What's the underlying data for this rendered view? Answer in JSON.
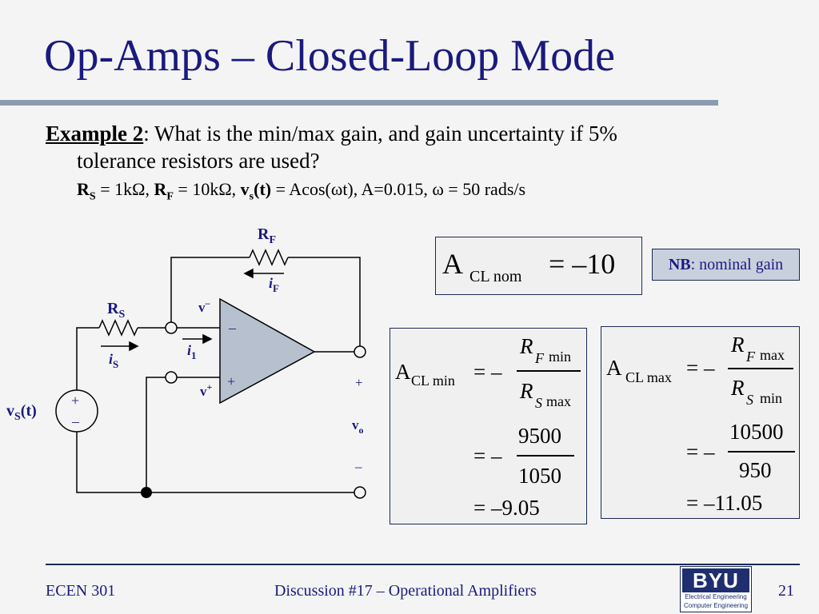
{
  "slide": {
    "title": "Op-Amps – Closed-Loop Mode",
    "bullet": {
      "label": "Example 2",
      "line1": ": What is the min/max gain, and gain uncertainty if 5%",
      "line2": "tolerance resistors are used?"
    },
    "params": {
      "rs_symbol": "R",
      "rs_sub": "S",
      "rs_value": " = 1kΩ, ",
      "rf_symbol": "R",
      "rf_sub": "F",
      "rf_value": " = 10kΩ, ",
      "vs_symbol": "v",
      "vs_sub": "s",
      "vs_arg": "(t)",
      "vs_value": " = Acos(ωt), A=0.015, ω = 50 rads/s"
    }
  },
  "circuit": {
    "rf_label": "R",
    "rf_sub": "F",
    "if_label": "i",
    "if_sub": "F",
    "rs_label": "R",
    "rs_sub": "S",
    "is_label": "i",
    "is_sub": "S",
    "i1_label": "i",
    "i1_sub": "1",
    "vminus_label": "v",
    "vminus_sup": "–",
    "vplus_label": "v",
    "vplus_sup": "+",
    "opamp_minus": "–",
    "opamp_plus": "+",
    "source_plus": "+",
    "source_minus": "–",
    "vs_label": "v",
    "vs_sub": "S",
    "vs_arg": "(t)",
    "out_plus": "+",
    "vo_label": "v",
    "vo_sub": "o",
    "out_minus": "–"
  },
  "equations": {
    "nominal": {
      "A": "A",
      "sub": "CL nom",
      "rhs": "= –10"
    },
    "nb_note": {
      "label": "NB",
      "text": ": nominal gain"
    },
    "min": {
      "A": "A",
      "sub": "CL min",
      "eq": "= –",
      "num_R": "R",
      "num_sub": "F",
      "num_tag": "min",
      "den_R": "R",
      "den_sub": "S",
      "den_tag": "max",
      "eq2": "= –",
      "num2": "9500",
      "den2": "1050",
      "result": "= –9.05"
    },
    "max": {
      "A": "A",
      "sub": "CL max",
      "eq": "= –",
      "num_R": "R",
      "num_sub": "F",
      "num_tag": "max",
      "den_R": "R",
      "den_sub": "S",
      "den_tag": "min",
      "eq2": "= –",
      "num2": "10500",
      "den2": "950",
      "result": "= –11.05"
    }
  },
  "footer": {
    "course": "ECEN 301",
    "center": "Discussion #17 – Operational Amplifiers",
    "page": "21",
    "logo_main": "BYU",
    "logo_line1": "Electrical Engineering",
    "logo_line2": "Computer Engineering"
  },
  "colors": {
    "title": "#1a1a7e",
    "rule": "#8b9bb2",
    "opamp_fill": "#b7c0cf",
    "label_blue": "#1a1a7e",
    "nb_fill": "#c8d0de"
  }
}
